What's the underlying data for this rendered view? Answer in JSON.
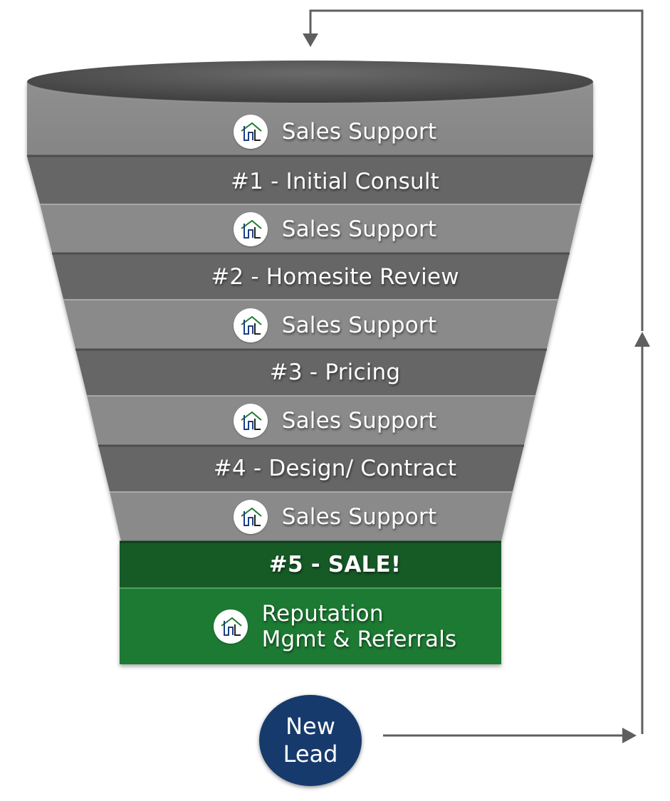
{
  "diagram": {
    "type": "sales-funnel",
    "colors": {
      "band_light": "#8a8a8a",
      "band_dark": "#666666",
      "ellipse_top": "#5a5a5a",
      "sale_green": "#175a26",
      "reputation_green": "#1d7a33",
      "new_lead_navy": "#173a6c",
      "arrow_gray": "#5f5f5f",
      "logo_green": "#1f7a2e",
      "logo_blue": "#1c3f82"
    },
    "funnel_stages": [
      {
        "label": "Sales Support",
        "kind": "support",
        "has_logo": true
      },
      {
        "label": "#1 - Initial Consult",
        "kind": "step",
        "has_logo": false
      },
      {
        "label": "Sales Support",
        "kind": "support",
        "has_logo": true
      },
      {
        "label": "#2 - Homesite Review",
        "kind": "step",
        "has_logo": false
      },
      {
        "label": "Sales Support",
        "kind": "support",
        "has_logo": true
      },
      {
        "label": "#3 - Pricing",
        "kind": "step",
        "has_logo": false
      },
      {
        "label": "Sales Support",
        "kind": "support",
        "has_logo": true
      },
      {
        "label": "#4 - Design/ Contract",
        "kind": "step",
        "has_logo": false
      },
      {
        "label": "Sales Support",
        "kind": "support",
        "has_logo": true
      }
    ],
    "sale": {
      "prefix": "#5 - ",
      "label": "SALE!"
    },
    "reputation": {
      "line1": "Reputation",
      "line2": "Mgmt & Referrals",
      "has_logo": true
    },
    "new_lead": {
      "line1": "New",
      "line2": "Lead"
    },
    "flow": [
      "New Lead",
      "right arrow",
      "up along right edge",
      "across top",
      "down into funnel top"
    ]
  }
}
